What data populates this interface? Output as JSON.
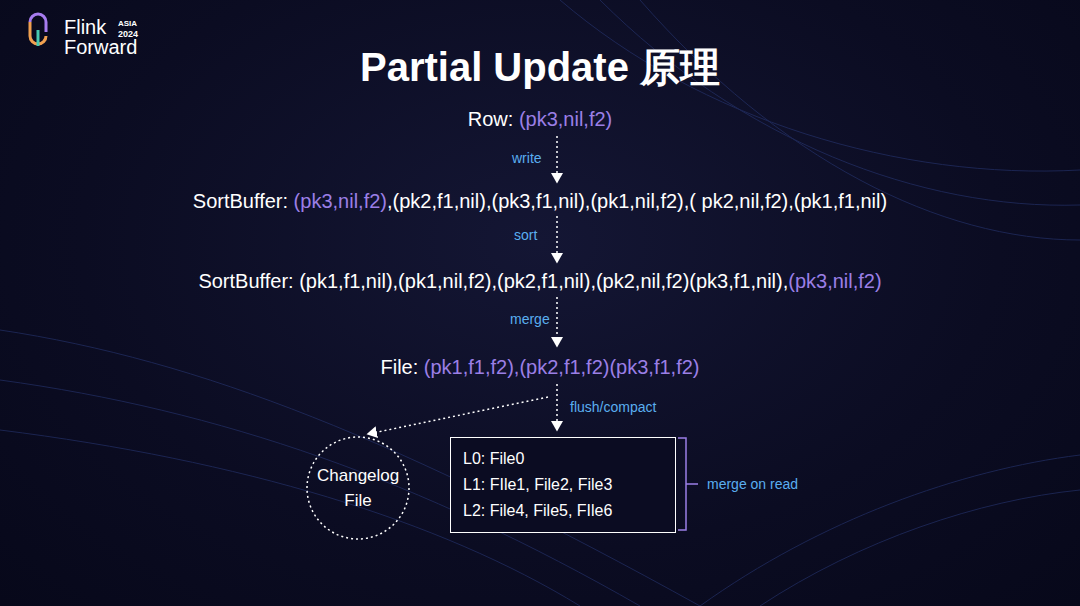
{
  "diagram": {
    "title": "Partial Update 原理",
    "nodes": [
      {
        "text": [
          "Changelog File"
        ]
      },
      {
        "text": [
          "L0: File0",
          "L1: FIle1, File2, File3",
          "L2: File4, File5, FIle6"
        ]
      }
    ],
    "labels": [
      "Flink",
      "Forward",
      "ASIA",
      "2024",
      "Row:",
      "(pk3,nil,f2)",
      "write",
      "SortBuffer:",
      "(pk3,nil,f2)",
      ",(pk2,f1,nil),(pk3,f1,nil),(pk1,nil,f2),( pk2,nil,f2),(pk1,f1,nil)",
      "sort",
      "SortBuffer:",
      "(pk1,f1,nil),(pk1,nil,f2),(pk2,f1,nil),(pk2,nil,f2)(pk3,f1,nil),",
      "(pk3,nil,f2)",
      "merge",
      "File:",
      "(pk1,f1,f2),(pk2,f1,f2)(pk3,f1,f2)",
      "flush/compact",
      "merge on read"
    ]
  }
}
